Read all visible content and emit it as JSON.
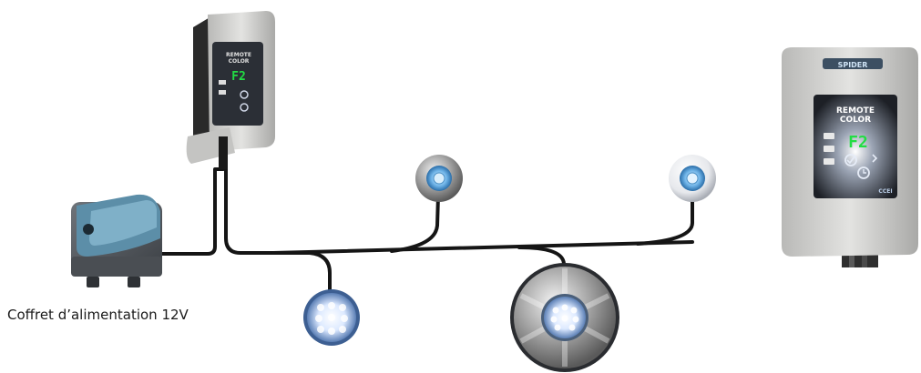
{
  "caption": "Coffret d’alimentation 12V",
  "controller_display": "F2",
  "controller_brand_line1": "REMOTE",
  "controller_brand_line2": "COLOR",
  "controller_top_label": "SPIDER",
  "controller_logo": "CCEI",
  "colors": {
    "cable": "#151515",
    "housing": "#d6d6d4",
    "panel": "#2b2f36",
    "led_display": "#22dd44",
    "led_light": "#dbe8ff"
  }
}
